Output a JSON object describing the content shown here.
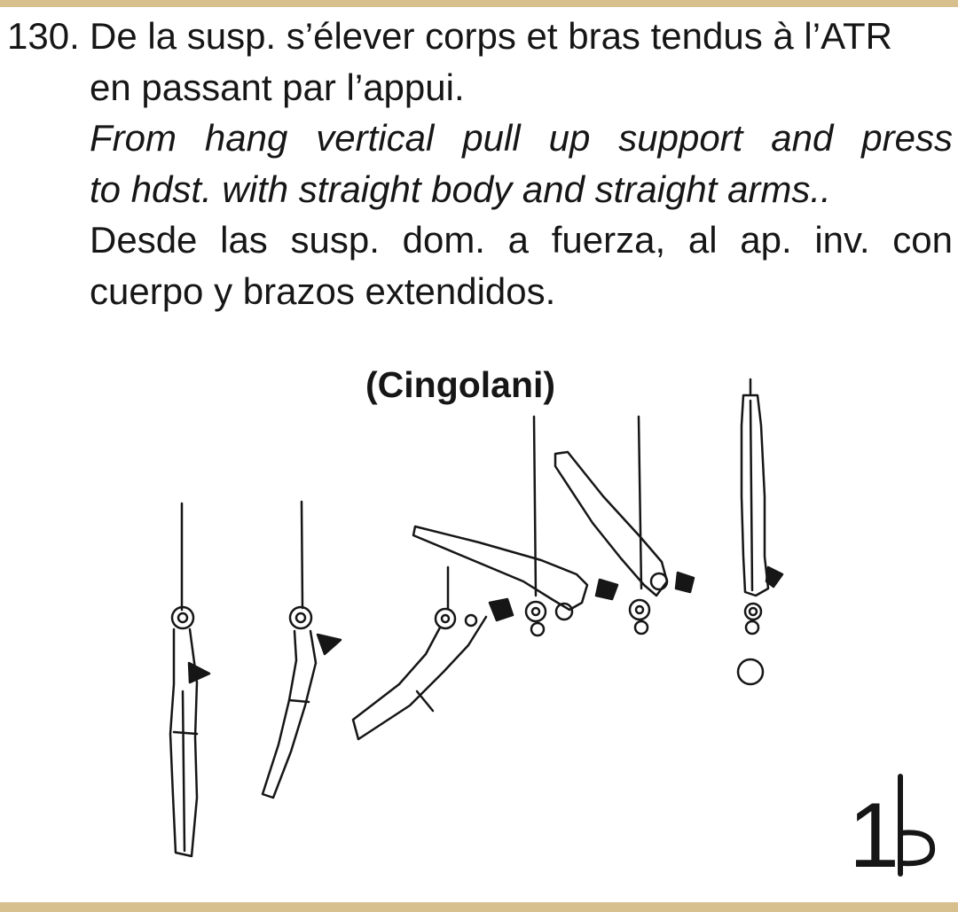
{
  "entry": {
    "number": "130.",
    "fr_line1": "De la susp. s’élever corps et bras tendus à l’ATR",
    "fr_line2": "en passant par l’appui.",
    "en_line1": "From hang vertical pull up support and press",
    "en_line2": "to hdst. with straight body and straight arms..",
    "es_line1": "Desde las susp. dom. a fuerza, al ap. inv. con",
    "es_line2": "cuerpo y brazos extendidos."
  },
  "figure": {
    "caption": "(Cingolani)",
    "difficulty_symbol_digit": "1",
    "difficulty_symbol": "one-b-glyph"
  },
  "colors": {
    "frame": "#d8bf8e",
    "ink": "#161616"
  }
}
